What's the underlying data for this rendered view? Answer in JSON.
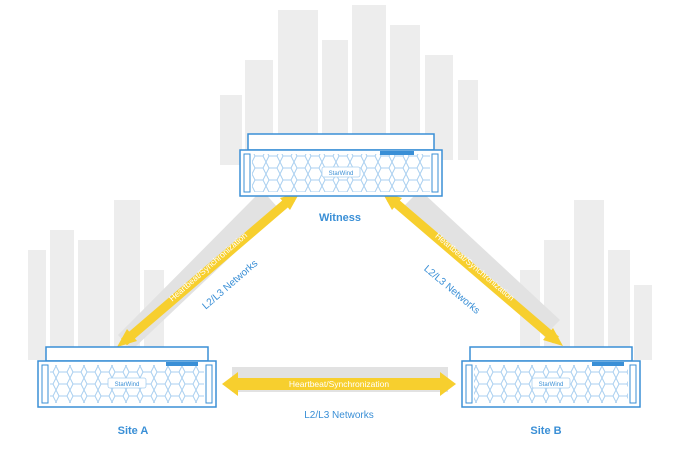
{
  "nodes": {
    "witness": {
      "label": "Witness",
      "brand": "StarWind"
    },
    "site_a": {
      "label": "Site A",
      "brand": "StarWind"
    },
    "site_b": {
      "label": "Site B",
      "brand": "StarWind"
    }
  },
  "links": {
    "left": {
      "heartbeat": "Heartbeat/Synchronization",
      "network": "L2/L3 Networks"
    },
    "right": {
      "heartbeat": "Heartbeat/Synchronization",
      "network": "L2/L3 Networks"
    },
    "bottom": {
      "heartbeat": "Heartbeat/Synchronization",
      "network": "L2/L3 Networks"
    }
  },
  "colors": {
    "server_outline": "#3a8fd6",
    "server_fill": "#ffffff",
    "server_hex": "#a9cff0",
    "arrow_yellow": "#f7cf2e",
    "arrow_gray": "#e2e2e2",
    "skyline": "#ededed",
    "label_blue": "#3a8fd6"
  }
}
